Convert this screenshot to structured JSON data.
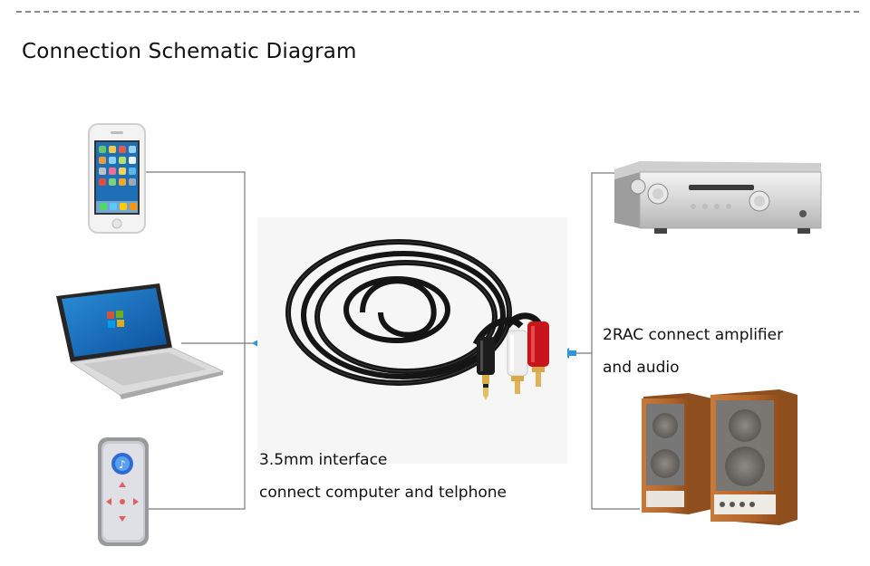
{
  "title": "Connection Schematic Diagram",
  "caption_35": {
    "line1": "3.5mm interface",
    "line2": "connect computer and telphone"
  },
  "caption_rca": {
    "line1": "2RAC connect amplifier",
    "line2": "and audio"
  },
  "colors": {
    "arrow": "#2f97d8",
    "wire": "#7a7a7a",
    "cable": "#1a1a1a",
    "rca_red": "#c8151b",
    "rca_white": "#eeeeee",
    "wood": "#b4692e"
  },
  "icons": [
    "smartphone-icon",
    "laptop-icon",
    "media-player-icon",
    "amplifier-icon",
    "speakers-icon",
    "audio-cable-icon"
  ]
}
